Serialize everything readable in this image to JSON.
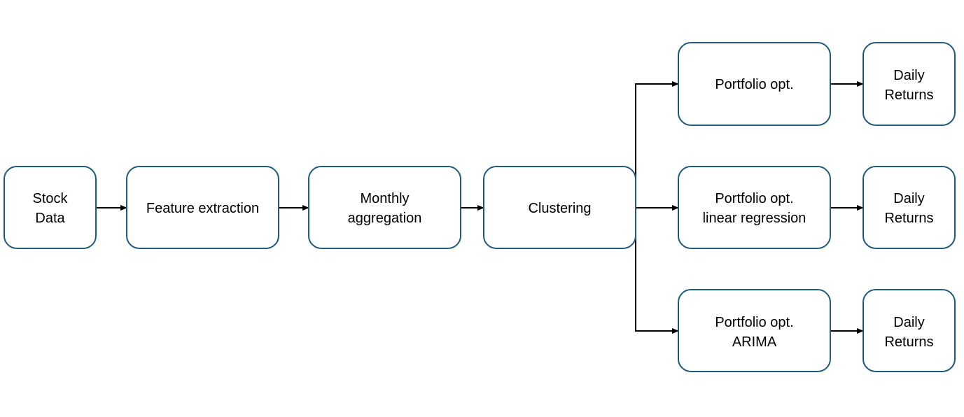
{
  "diagram": {
    "nodes": {
      "stock_data": {
        "lines": [
          "Stock",
          "Data"
        ]
      },
      "feature_extraction": {
        "lines": [
          "Feature extraction"
        ]
      },
      "monthly_aggregation": {
        "lines": [
          "Monthly",
          "aggregation"
        ]
      },
      "clustering": {
        "lines": [
          "Clustering"
        ]
      },
      "portfolio_opt": {
        "lines": [
          "Portfolio opt."
        ]
      },
      "portfolio_opt_lr": {
        "lines": [
          "Portfolio opt.",
          "linear regression"
        ]
      },
      "portfolio_opt_arima": {
        "lines": [
          "Portfolio opt.",
          "ARIMA"
        ]
      },
      "daily_returns_1": {
        "lines": [
          "Daily",
          "Returns"
        ]
      },
      "daily_returns_2": {
        "lines": [
          "Daily",
          "Returns"
        ]
      },
      "daily_returns_3": {
        "lines": [
          "Daily",
          "Returns"
        ]
      }
    },
    "edges": [
      [
        "stock_data",
        "feature_extraction"
      ],
      [
        "feature_extraction",
        "monthly_aggregation"
      ],
      [
        "monthly_aggregation",
        "clustering"
      ],
      [
        "clustering",
        "portfolio_opt"
      ],
      [
        "clustering",
        "portfolio_opt_lr"
      ],
      [
        "clustering",
        "portfolio_opt_arima"
      ],
      [
        "portfolio_opt",
        "daily_returns_1"
      ],
      [
        "portfolio_opt_lr",
        "daily_returns_2"
      ],
      [
        "portfolio_opt_arima",
        "daily_returns_3"
      ]
    ]
  }
}
